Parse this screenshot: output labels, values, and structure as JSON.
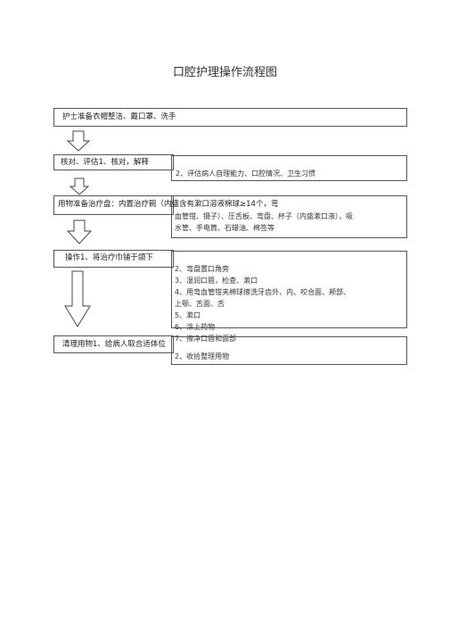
{
  "title": "口腔护理操作流程图",
  "steps": [
    {
      "label": "护士准备衣帽整洁、戴口罩、洗手"
    },
    {
      "label": "核对、评估1、核对，解释",
      "detail": [
        "2、评估病人自理能力、口腔情况、卫生习惯"
      ]
    },
    {
      "label": "用物准备治疗盘：内置治疗碗（内盛含有漱口溶液棉球≥14个，弯",
      "detail": [
        "血管钳、镊子）、压舌板、弯盘、杯子（内盛漱口液），吸",
        "水管、手电筒、石蜡油、棉签等"
      ]
    },
    {
      "label": "操作1、将治疗巾铺于颌下",
      "detail": [
        "2、弯盘置口角旁",
        "3、湿润口唇，检查、漱口",
        "4、用弯血管钳夹棉球擦洗牙齿外、内、咬合面、颊部、",
        "上颚、舌面、舌",
        "5、漱口",
        "6、涂上药物",
        "7、擦净口唇和面部"
      ]
    },
    {
      "label": "清理用物1、给病人取合适体位",
      "detail": [
        "2、收拾整理用物"
      ]
    }
  ]
}
